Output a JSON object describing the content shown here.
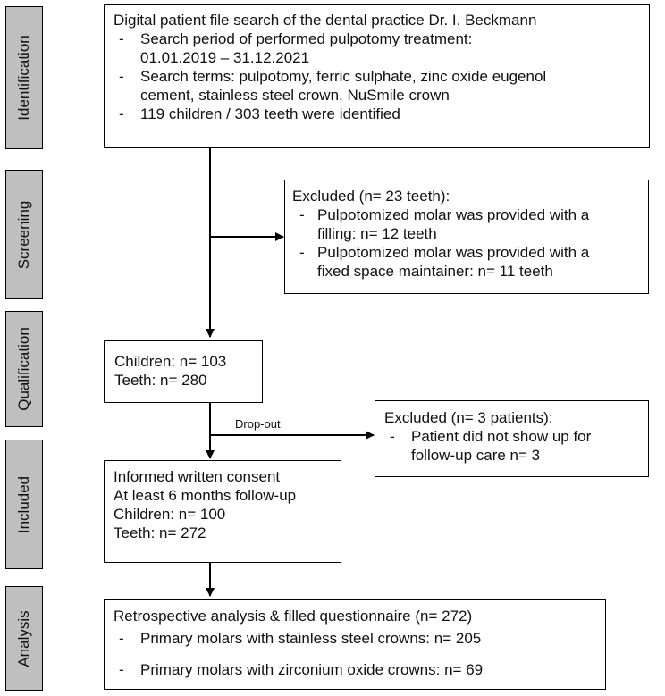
{
  "side_labels": [
    "Identification",
    "Screening",
    "Qualification",
    "Included",
    "Analysis"
  ],
  "identification": {
    "title": "Digital patient file search of the dental practice Dr. I. Beckmann",
    "items": [
      [
        "Search period of performed pulpotomy treatment:",
        "01.01.2019 – 31.12.2021"
      ],
      [
        "Search terms: pulpotomy, ferric sulphate, zinc oxide eugenol",
        "cement, stainless steel crown, NuSmile crown"
      ],
      [
        "119 children / 303 teeth were identified"
      ]
    ]
  },
  "screening_excluded": {
    "title": "Excluded (n= 23 teeth):",
    "items": [
      [
        "Pulpotomized molar was provided with a",
        "filling: n= 12 teeth"
      ],
      [
        "Pulpotomized molar was provided with a",
        "fixed space maintainer: n= 11 teeth"
      ]
    ]
  },
  "qualification": {
    "lines": [
      "Children: n= 103",
      "Teeth: n= 280"
    ]
  },
  "dropout_label": "Drop-out",
  "dropout_excluded": {
    "title": "Excluded (n= 3 patients):",
    "items": [
      [
        "Patient did not show up for",
        "follow-up care  n= 3"
      ]
    ]
  },
  "included": {
    "lines": [
      "Informed written consent",
      "At least 6 months follow-up",
      "Children: n= 100",
      "Teeth: n= 272"
    ]
  },
  "analysis": {
    "title": "Retrospective analysis & filled questionnaire (n= 272)",
    "items": [
      "Primary molars with stainless steel crowns: n= 205",
      "Primary molars with zirconium oxide crowns: n= 69"
    ]
  },
  "dash": "-"
}
